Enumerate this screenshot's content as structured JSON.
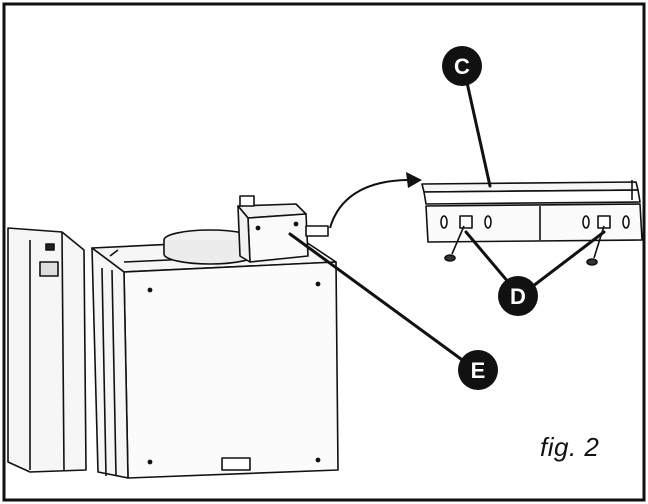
{
  "figure": {
    "caption": "fig. 2",
    "callouts": {
      "c": "C",
      "d": "D",
      "e": "E"
    },
    "colors": {
      "ink": "#111111",
      "panel_fill": "#f4f4f4",
      "background": "#ffffff"
    }
  }
}
